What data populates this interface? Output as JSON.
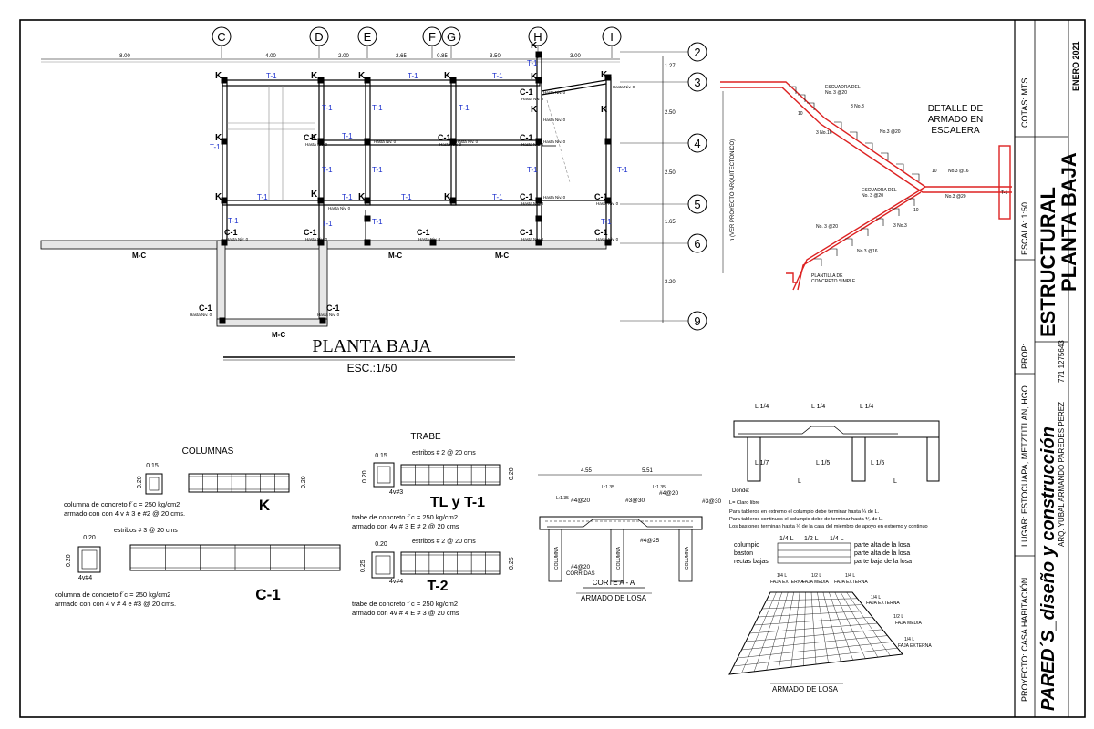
{
  "plan": {
    "title": "PLANTA BAJA",
    "scale": "ESC.:1/50",
    "axes_letters": [
      "C",
      "D",
      "E",
      "F",
      "G",
      "H",
      "I"
    ],
    "axes_numbers": [
      "2",
      "3",
      "4",
      "5",
      "6",
      "9"
    ],
    "top_dims": [
      "8.00",
      "4.00",
      "2.00",
      "2.65",
      "0.85",
      "3.50",
      "3.00"
    ],
    "right_dims": [
      "1.27",
      "2.50",
      "2.50",
      "1.65",
      "3.20"
    ],
    "labels": {
      "K": "K",
      "T1": "T-1",
      "C1": "C-1",
      "MC": "M-C",
      "hasta": "Hasta Niv. 0"
    }
  },
  "stair": {
    "title": [
      "DETALLE DE",
      "ARMADO EN",
      "ESCALERA"
    ],
    "vertical_note": "h (VER PROYECTO ARQUITECTONICO)",
    "notes": {
      "escuadra1": [
        "ESCUADRA DEL",
        "No. 3 @20"
      ],
      "n3no3a": "3 No.3",
      "n3no16": "3 No.16",
      "no3at20a": "No.3 @20",
      "no3at16": "No.3 @16",
      "no3at20b": "No.3 @20",
      "escuadra2": [
        "ESCUADRA DEL",
        "No. 3 @20"
      ],
      "no3at20c": "No. 3 @20",
      "n3no3b": "3 No.3",
      "no3at16b": "No.3 @16",
      "plantilla": [
        "PLANTILLA DE",
        "CONCRETO SIMPLE"
      ],
      "ten": "10",
      "t1": "T-1"
    }
  },
  "columns": {
    "header": "COLUMNAS",
    "k": {
      "dim_top": "0.15",
      "dim_side": "0.20",
      "dim_right": "0.20",
      "label": "K",
      "note": [
        "columna de concreto f´c = 250 kg/cm2",
        "armado con con 4 v # 3  e #2 @ 20 cms."
      ]
    },
    "c1": {
      "dim_top": "0.20",
      "dim_side": "0.20",
      "stirrups": "estribos # 3 @ 20 cms",
      "bars": "4v#4",
      "label": "C-1",
      "note": [
        "columna de concreto f´c = 250 kg/cm2",
        "armado con  con 4 v # 4  e #3 @ 20 cms."
      ]
    }
  },
  "trabe": {
    "header": "TRABE",
    "tl": {
      "dim_top": "0.15",
      "dim_side": "0.20",
      "dim_right": "0.20",
      "stirrups": "estribos # 2 @ 20 cms",
      "bars": "4v#3",
      "label": "TL y T-1",
      "note": [
        "trabe de concreto f´c = 250 kg/cm2",
        "armado con 4v # 3 E # 2 @ 20 cms"
      ]
    },
    "t2": {
      "dim_top": "0.20",
      "dim_side": "0.25",
      "dim_right": "0.25",
      "stirrups": "estribos # 2 @ 20 cms",
      "bars": "4v#4",
      "label": "T-2",
      "note": [
        "trabe de concreto f´c = 250 kg/cm2",
        "armado con 4v # 4 E # 3 @ 20 cms"
      ]
    }
  },
  "losa_section": {
    "dims": [
      "4.55",
      "5.51"
    ],
    "small_dims": [
      "L:1.35",
      "L:1.35",
      "L:1.35"
    ],
    "bars": [
      "#4@20",
      "#3@30",
      "#4@20",
      "#3@30",
      "#4@25",
      "#4@20"
    ],
    "corridas": "CORRIDAS",
    "column_word": "COLUMNA",
    "cut": "CORTE A - A",
    "subtitle": "ARMADO DE LOSA"
  },
  "losa_detail": {
    "quarters": [
      "L  1/4",
      "L  1/4",
      "L  1/4"
    ],
    "spans": [
      "L  1/7",
      "L  1/5",
      "L  1/5"
    ],
    "L": "L",
    "donde": "Donde:",
    "notes": [
      "L= Claro libre",
      "Para tableros en extremo el columpio debe terminar hasta ¼ de L.",
      "Para tableros continuos el columpio debe de terminar hasta ⅕ de L.",
      "Los bastones terminan hasta ¼ de la cara del miembro de apoyo en extremo y continuo"
    ],
    "legend_left": [
      "columpio",
      "baston",
      "rectas bajas"
    ],
    "legend_right": [
      "parte alta de la losa",
      "parte alta de la losa",
      "parte baja de la losa"
    ],
    "fractions": [
      "1/4 L",
      "1/2 L",
      "1/4 L"
    ],
    "fajas": [
      "1/4 L",
      "FAJA EXTERNA",
      "1/2 L",
      "FAJA MEDIA",
      "1/4 L",
      "FAJA EXTERNA"
    ],
    "fajas_right": [
      "1/4 L",
      "FAJA EXTERNA",
      "1/2 L",
      "FAJA MEDIA",
      "1/4 L",
      "FAJA EXTERNA"
    ],
    "title": "ARMADO DE LOSA"
  },
  "title_block": {
    "proyecto": "PROYECTO: CASA HABITACIÓN.",
    "lugar": "LUGAR: ESTOCUAPA, METZTITLAN, HGO.",
    "prop": "PROP:",
    "firm": "PARED´S_diseño y construcción",
    "arq": "ARQ. YUBAL ARMANDO PAREDES PEREZ",
    "phone": "771 1275643",
    "escala": "ESCALA: 1:50",
    "cotas": "COTAS: MTS.",
    "sheet": [
      "ESTRUCTURAL",
      "PLANTA BAJA"
    ],
    "date": "ENERO 2021"
  }
}
